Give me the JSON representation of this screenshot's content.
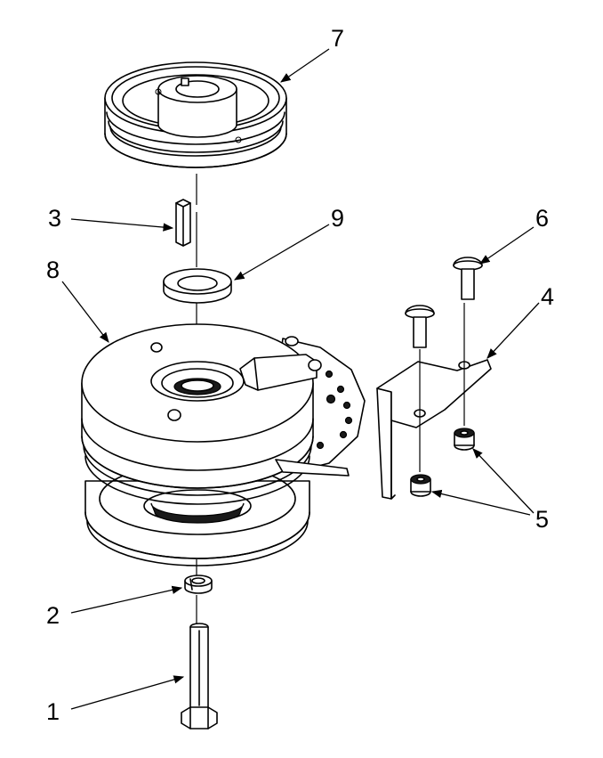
{
  "callouts": [
    {
      "id": "1",
      "text": "1"
    },
    {
      "id": "2",
      "text": "2"
    },
    {
      "id": "3",
      "text": "3"
    },
    {
      "id": "4",
      "text": "4"
    },
    {
      "id": "5",
      "text": "5"
    },
    {
      "id": "6",
      "text": "6"
    },
    {
      "id": "7",
      "text": "7"
    },
    {
      "id": "8",
      "text": "8"
    },
    {
      "id": "9",
      "text": "9"
    }
  ],
  "colors": {
    "line": "#000000",
    "background": "#ffffff",
    "shade": "#1a1a1a"
  }
}
